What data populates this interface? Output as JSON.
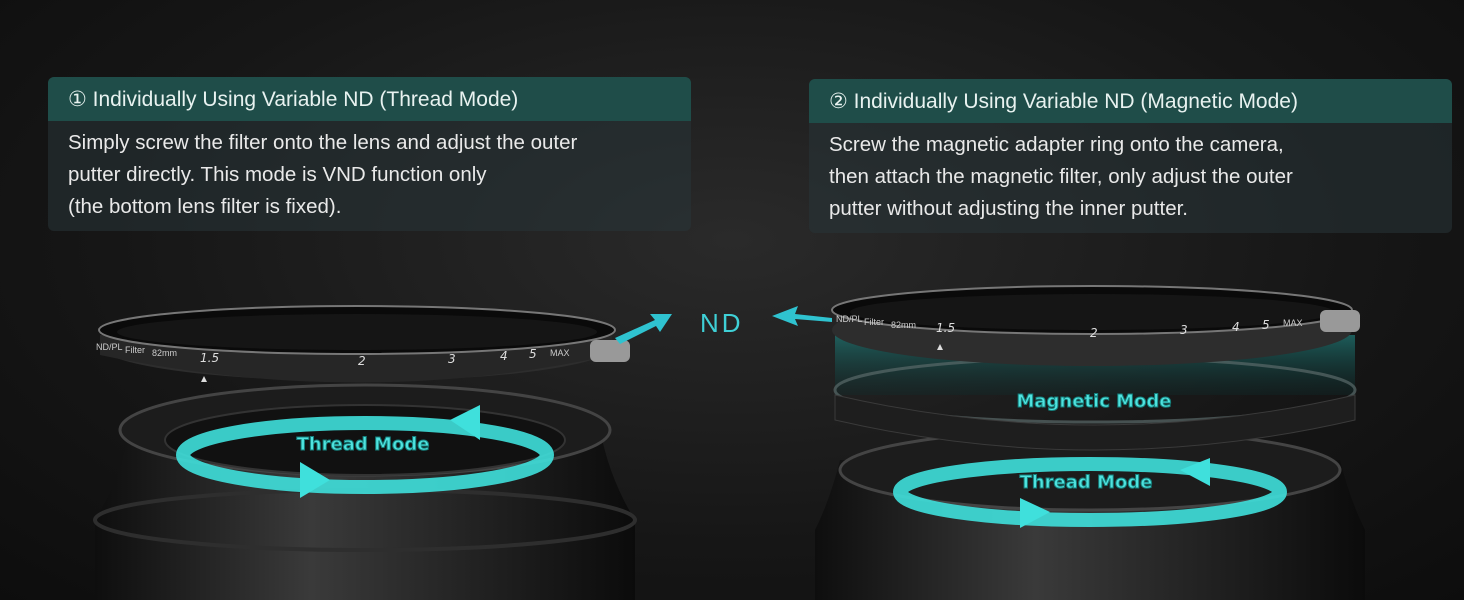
{
  "panels": [
    {
      "title": "① Individually Using Variable ND (Thread Mode)",
      "lines": [
        "Simply screw the filter onto the lens and adjust the outer",
        "putter directly. This mode is VND function only",
        "(the bottom lens filter is fixed)."
      ]
    },
    {
      "title": "② Individually Using Variable ND (Magnetic Mode)",
      "lines": [
        "Screw the magnetic adapter ring onto the camera,",
        "then attach the magnetic filter, only adjust the outer",
        "putter without adjusting the inner putter."
      ]
    }
  ],
  "nd_label": "ND",
  "filter": {
    "brand_text": "ND/PL",
    "filter_text": "Filter",
    "size": "82mm",
    "scale": [
      "1.5",
      "2",
      "3",
      "4",
      "5",
      "MAX"
    ]
  },
  "labels": {
    "thread_mode": "Thread Mode",
    "magnetic_mode": "Magnetic Mode"
  },
  "colors": {
    "accent": "#3fe0dc",
    "panel_header": "#1f4d49"
  }
}
